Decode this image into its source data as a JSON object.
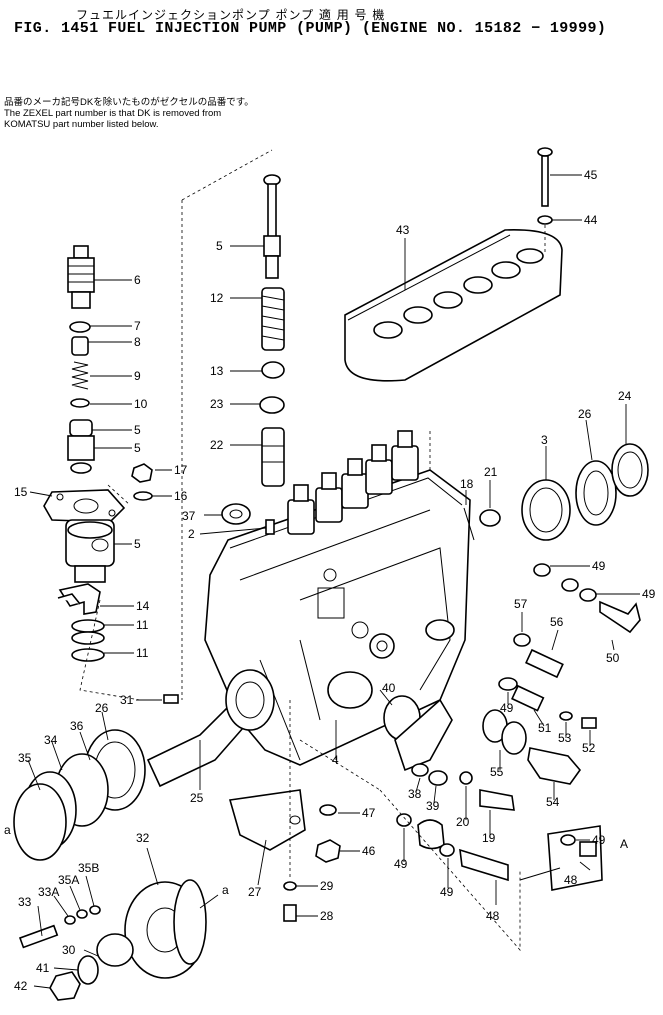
{
  "header": {
    "japanese_title": "フュエルインジェクションポンプ ポンプ 適 用 号 機",
    "figure_title": "FIG. 1451  FUEL INJECTION PUMP (PUMP) (ENGINE NO. 15182 − 19999)"
  },
  "notes": {
    "japanese_note": "品番のメーカ記号DKを除いたものがゼクセルの品番です。",
    "english_line_1": "The ZEXEL part number is that DK is removed from",
    "english_line_2": "KOMATSU part number listed below."
  },
  "callouts": {
    "c6": "6",
    "c7": "7",
    "c8": "8",
    "c9": "9",
    "c10": "10",
    "c5a": "5",
    "c5b": "5",
    "c5c": "5",
    "c5d": "5",
    "c15": "15",
    "c17": "17",
    "c16": "16",
    "c14": "14",
    "c11a": "11",
    "c11b": "11",
    "c12": "12",
    "c13": "13",
    "c23": "23",
    "c22": "22",
    "c37": "37",
    "c2": "2",
    "c18": "18",
    "c21": "21",
    "c45": "45",
    "c44": "44",
    "c43": "43",
    "c3": "3",
    "c26a": "26",
    "c24": "24",
    "c49a": "49",
    "c49b": "49",
    "c57": "57",
    "c56": "56",
    "c50": "50",
    "c31": "31",
    "c36": "36",
    "c26b": "26",
    "c34": "34",
    "c35": "35",
    "c40": "40",
    "c4": "4",
    "c25": "25",
    "c49c": "49",
    "c51": "51",
    "c53": "53",
    "c52": "52",
    "c55": "55",
    "c54": "54",
    "c38": "38",
    "c39": "39",
    "c20": "20",
    "c19": "19",
    "c47": "47",
    "c46": "46",
    "c49d": "49",
    "c49e": "49",
    "c48a": "48",
    "c49A": "49",
    "cA": "A",
    "c48b": "48",
    "c32": "32",
    "c27": "27",
    "c29": "29",
    "c28": "28",
    "c33": "33",
    "c33A": "33A",
    "c35A": "35A",
    "c35B": "35B",
    "c30": "30",
    "c41": "41",
    "c42": "42",
    "ca1": "a",
    "ca2": "a"
  }
}
